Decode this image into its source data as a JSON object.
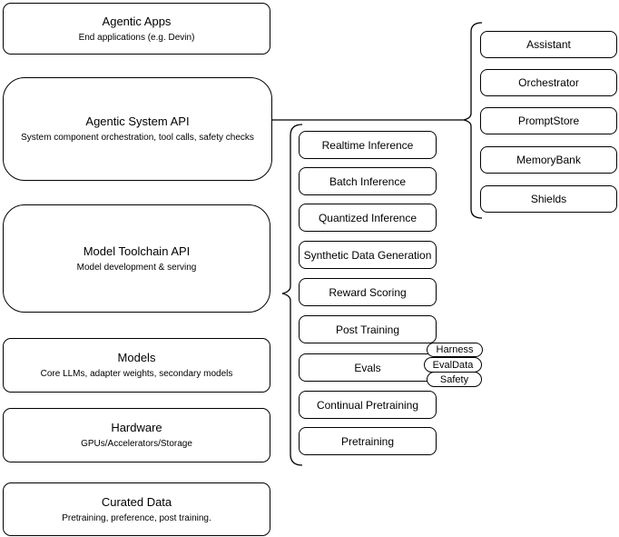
{
  "colors": {
    "stroke": "#000000",
    "fill": "#ffffff",
    "text": "#000000"
  },
  "left_stack": [
    {
      "title": "Agentic Apps",
      "subtitle": "End applications (e.g. Devin)"
    },
    {
      "title": "Agentic System API",
      "subtitle": "System component orchestration, tool calls, safety checks"
    },
    {
      "title": "Model Toolchain API",
      "subtitle": "Model development & serving"
    },
    {
      "title": "Models",
      "subtitle": "Core LLMs, adapter weights, secondary models"
    },
    {
      "title": "Hardware",
      "subtitle": "GPUs/Accelerators/Storage"
    },
    {
      "title": "Curated Data",
      "subtitle": "Pretraining, preference, post training."
    }
  ],
  "toolchain_items": [
    "Realtime Inference",
    "Batch Inference",
    "Quantized Inference",
    "Synthetic Data Generation",
    "Reward Scoring",
    "Post Training",
    "Evals",
    "Continual Pretraining",
    "Pretraining"
  ],
  "evals_tags": [
    "Harness",
    "EvalData",
    "Safety"
  ],
  "system_components": [
    "Assistant",
    "Orchestrator",
    "PromptStore",
    "MemoryBank",
    "Shields"
  ]
}
